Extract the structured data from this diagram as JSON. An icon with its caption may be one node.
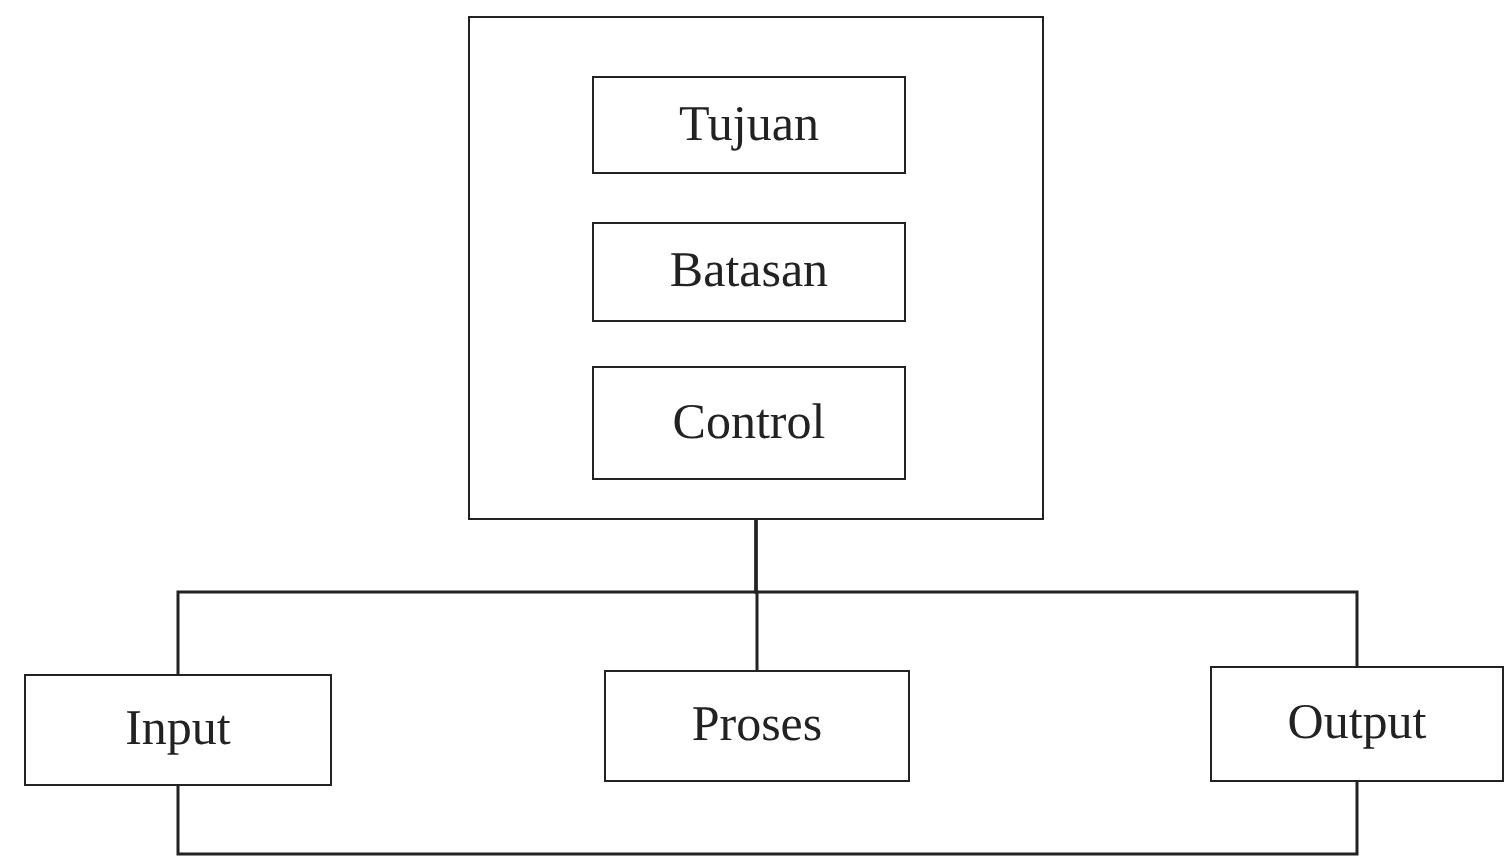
{
  "diagram": {
    "nodes": [
      {
        "text": [],
        "shape": "box"
      },
      {
        "text": [
          "Tujuan"
        ],
        "in": 0
      },
      {
        "text": [
          "Batasan"
        ],
        "in": 0
      },
      {
        "text": [
          "Control"
        ],
        "in": 0
      },
      {
        "text": [
          "Input"
        ]
      },
      {
        "text": [
          "Proses"
        ]
      },
      {
        "text": [
          "Output"
        ]
      }
    ],
    "edges": [
      {
        "from": 0,
        "to": 4,
        "arrow": "none"
      },
      {
        "from": 0,
        "to": 5,
        "arrow": "none"
      },
      {
        "from": 0,
        "to": 6,
        "arrow": "none"
      },
      {
        "from": 4,
        "to": 6,
        "arrow": "none"
      }
    ]
  }
}
